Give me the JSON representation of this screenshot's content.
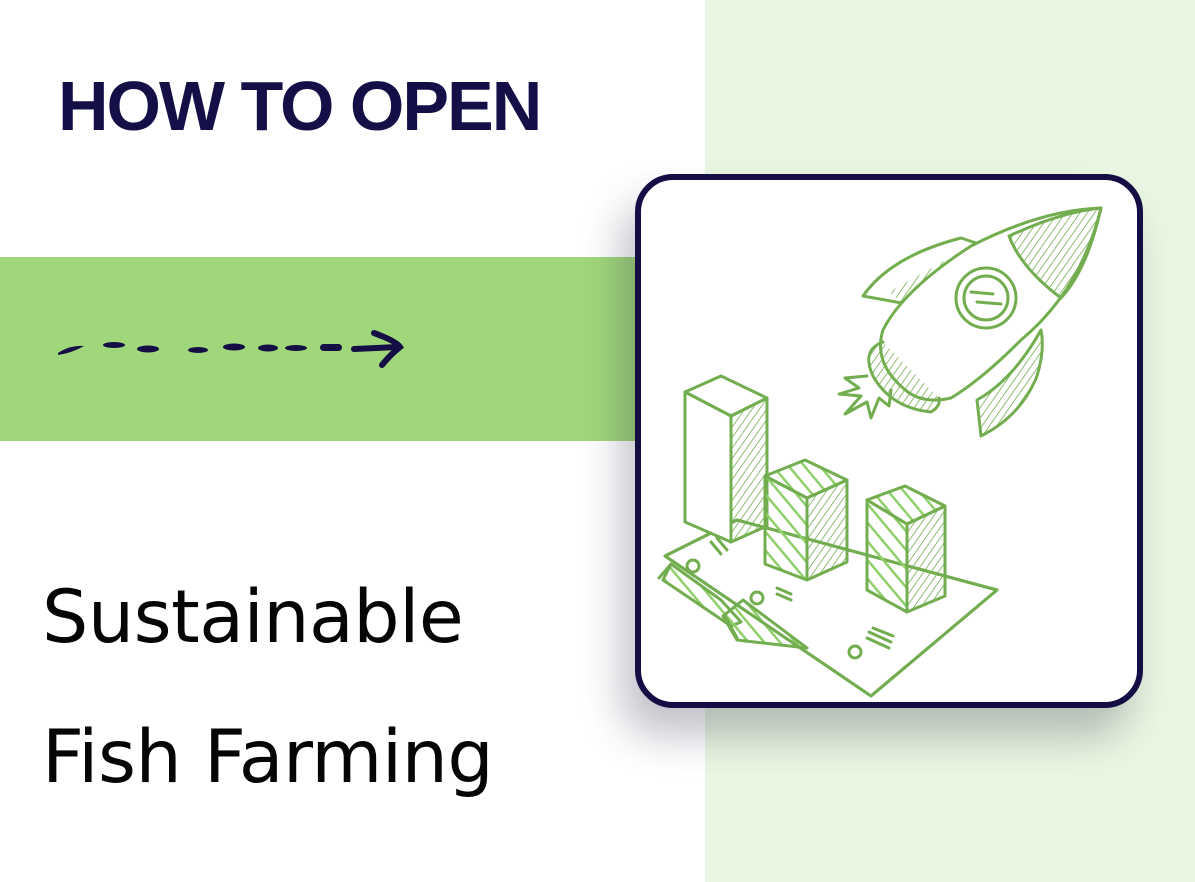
{
  "header": {
    "kicker": "HOW TO OPEN"
  },
  "title": {
    "line1": "Sustainable",
    "line2": "Fish Farming"
  },
  "decor": {
    "arrow_icon": "dashed-arrow-right",
    "illustration": "rocket-and-bar-chart-sketch"
  },
  "colors": {
    "navy": "#140e45",
    "band_green": "#a0d77a",
    "panel_green": "#e9f6e1",
    "sketch_green": "#72ad4f",
    "sketch_fill": "#8fd06a"
  }
}
